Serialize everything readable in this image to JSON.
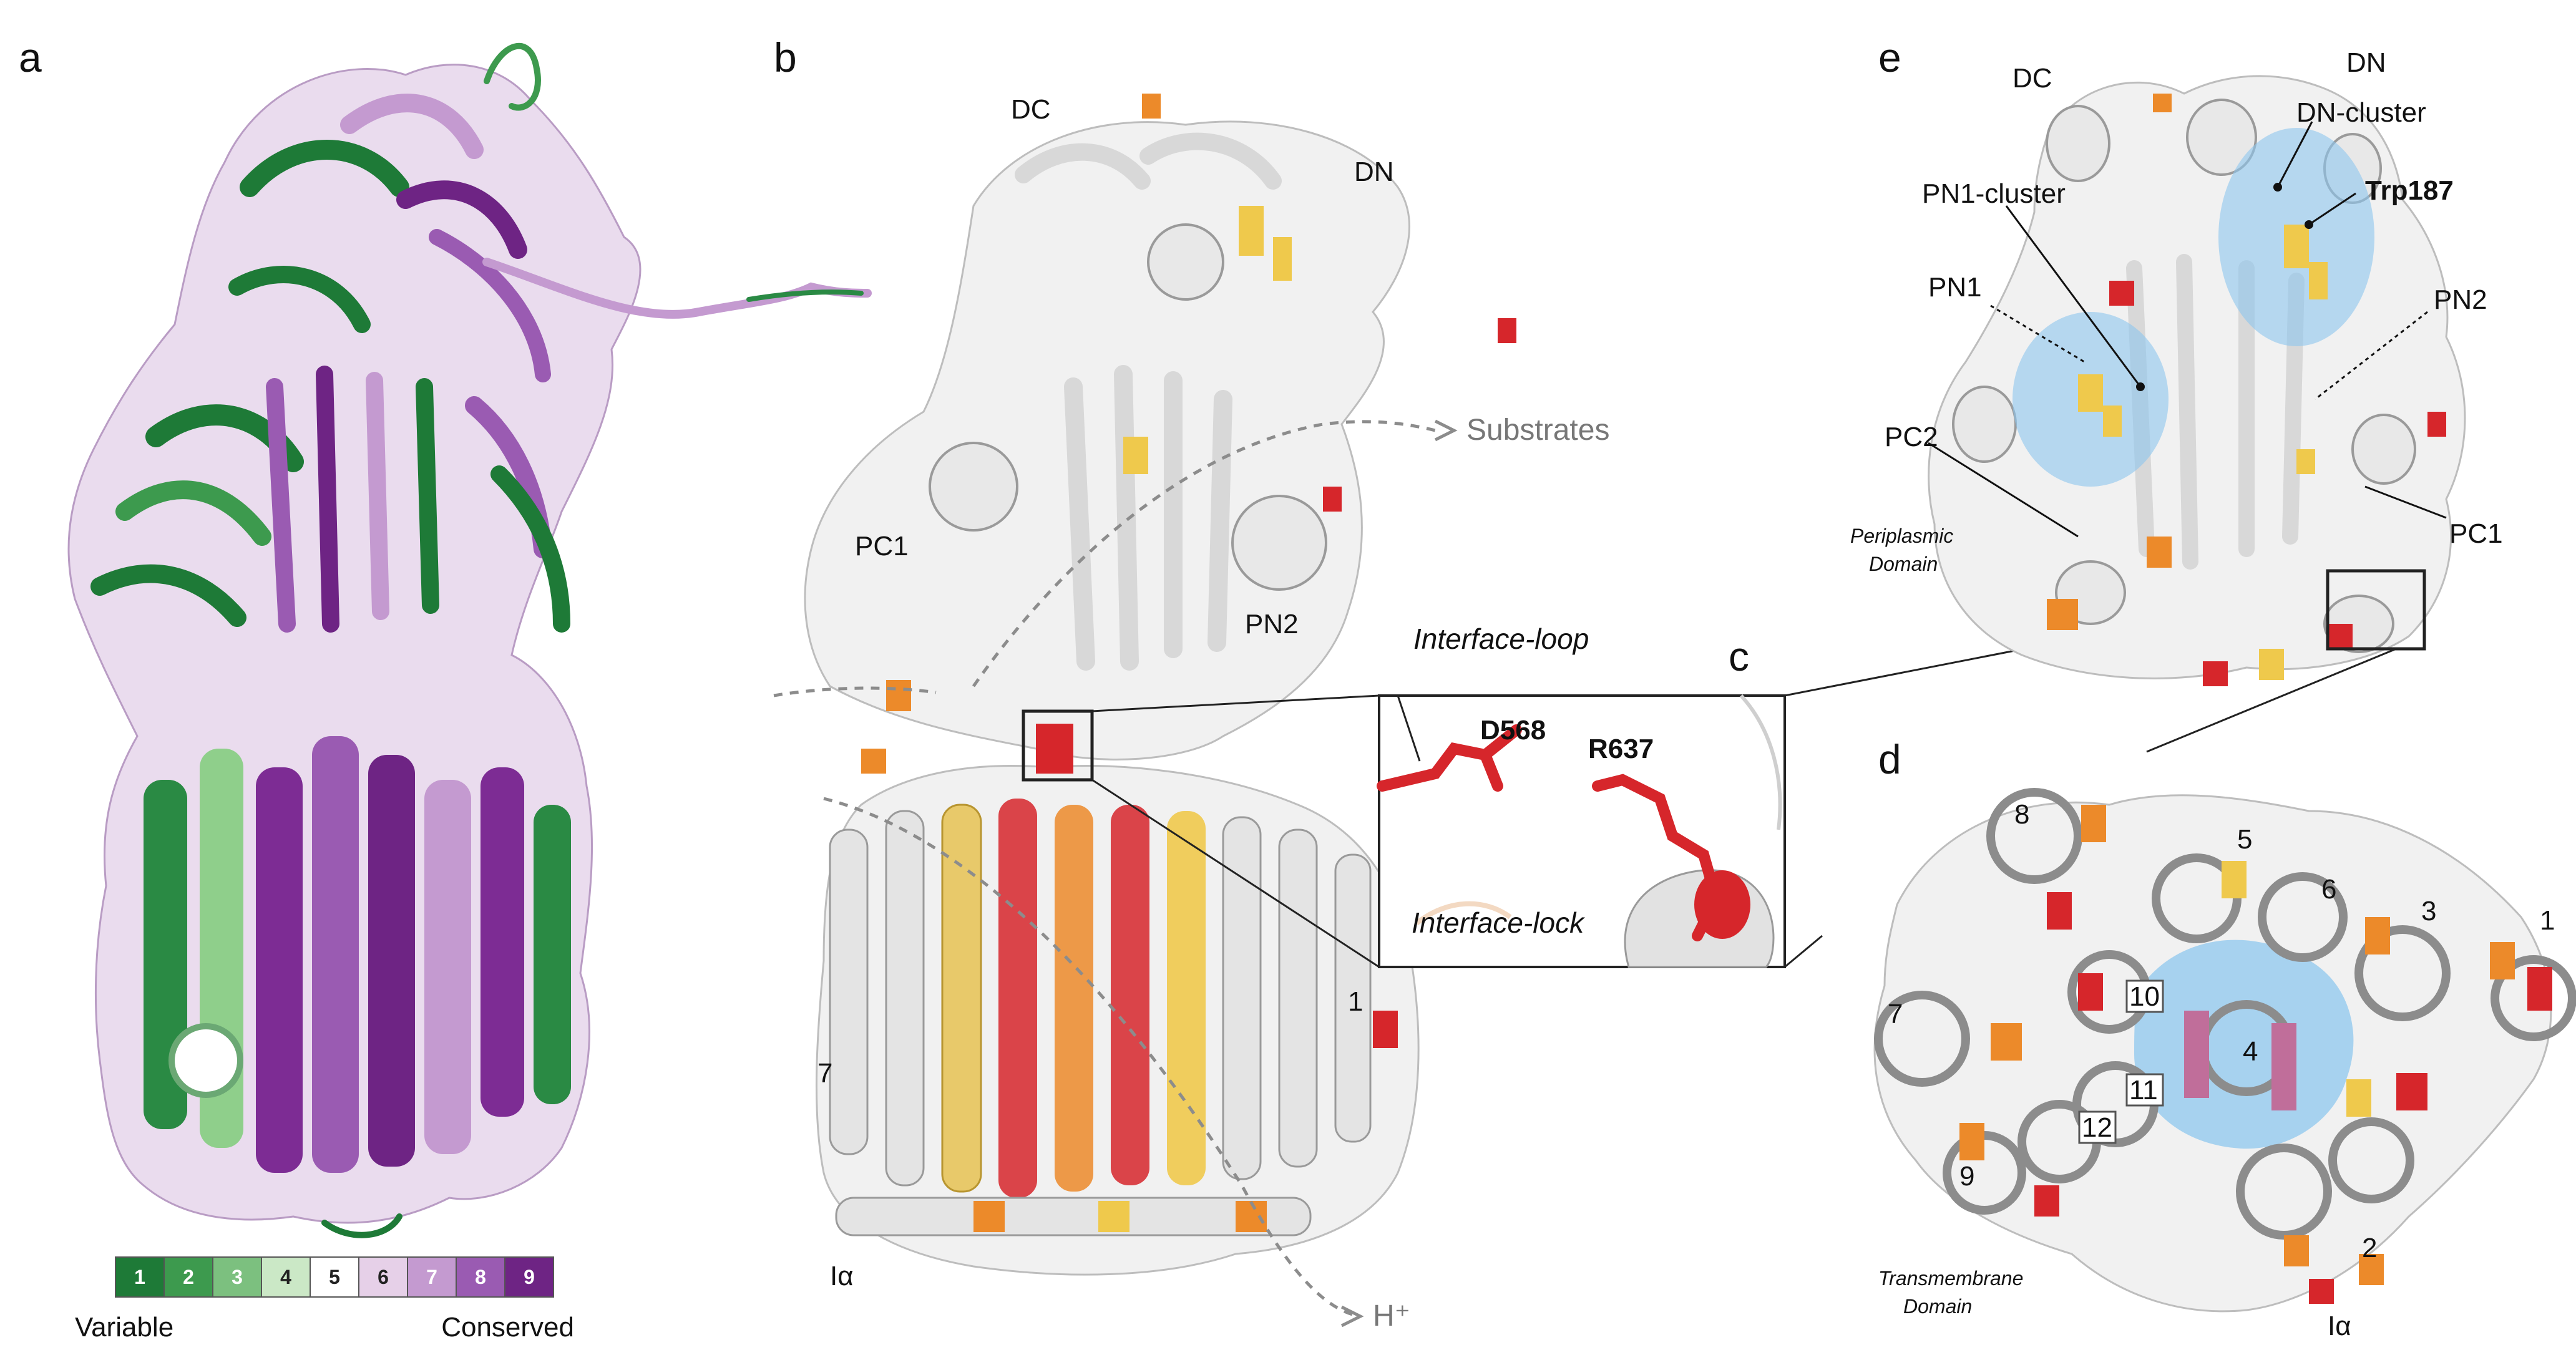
{
  "panels": {
    "a": {
      "letter": "a"
    },
    "b": {
      "letter": "b",
      "labels": {
        "dc": "DC",
        "dn": "DN",
        "pc1": "PC1",
        "pn2": "PN2",
        "substrates": "Substrates",
        "h_plus": "H⁺",
        "helix7": "7",
        "helix1": "1",
        "i_alpha": "Iα"
      }
    },
    "c": {
      "letter": "c",
      "labels": {
        "interface_loop": "Interface-loop",
        "interface_lock": "Interface-lock",
        "d568": "D568",
        "r637": "R637"
      }
    },
    "d": {
      "letter": "d",
      "labels": {
        "h8": "8",
        "h5": "5",
        "h6": "6",
        "h3": "3",
        "h1": "1",
        "h7": "7",
        "h10": "10",
        "h4": "4",
        "h11": "11",
        "h12": "12",
        "h9": "9",
        "h2": "2",
        "i_alpha": "Iα",
        "domain_line1": "Transmembrane",
        "domain_line2": "Domain"
      }
    },
    "e": {
      "letter": "e",
      "labels": {
        "dc": "DC",
        "dn": "DN",
        "dn_cluster": "DN-cluster",
        "trp187": "Trp187",
        "pn1_cluster": "PN1-cluster",
        "pn1": "PN1",
        "pn2": "PN2",
        "pc2": "PC2",
        "pc1": "PC1",
        "domain_line1": "Periplasmic",
        "domain_line2": "Domain"
      }
    }
  },
  "conservation_scale": {
    "steps": [
      "1",
      "2",
      "3",
      "4",
      "5",
      "6",
      "7",
      "8",
      "9"
    ],
    "colors": [
      "#1e7a37",
      "#3d9a4e",
      "#7cc07f",
      "#cbe8c6",
      "#ffffff",
      "#e6d0e8",
      "#c49ad0",
      "#9a5bb2",
      "#6e2484"
    ],
    "left_label": "Variable",
    "right_label": "Conserved"
  },
  "colors": {
    "variable": "#1e7a37",
    "conserved": "#6e2484",
    "highlight_red": "#d6262b",
    "highlight_orange": "#ec8a2a",
    "highlight_yellow": "#efc94c",
    "cluster_blue": "#8ec7ee",
    "ribbon_grey": "#c8c8c8"
  }
}
